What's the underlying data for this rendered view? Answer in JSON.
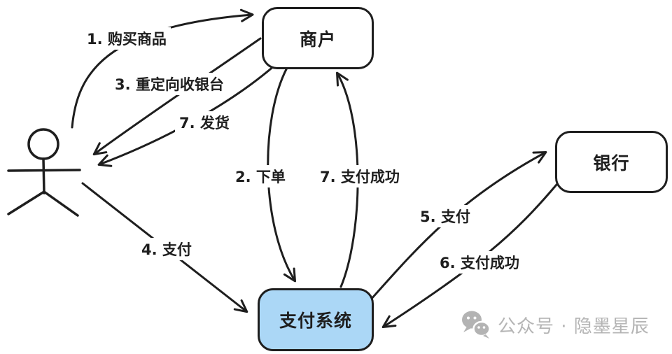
{
  "canvas": {
    "background": "#ffffff",
    "stroke_color": "#1e1e1e",
    "payment_fill": "#abd7f6",
    "watermark_color": "#b5b5b5"
  },
  "nodes": {
    "user": {
      "type": "actor",
      "label": ""
    },
    "merchant": {
      "label": "商户"
    },
    "bank": {
      "label": "银行"
    },
    "payment": {
      "label": "支付系统",
      "fill": "#abd7f6"
    }
  },
  "edges": [
    {
      "label": "1. 购买商品",
      "from": "user",
      "to": "merchant"
    },
    {
      "label": "2. 下单",
      "from": "merchant",
      "to": "payment"
    },
    {
      "label": "3. 重定向收银台",
      "from": "merchant",
      "to": "user"
    },
    {
      "label": "4. 支付",
      "from": "user",
      "to": "payment"
    },
    {
      "label": "5. 支付",
      "from": "payment",
      "to": "bank"
    },
    {
      "label": "6. 支付成功",
      "from": "bank",
      "to": "payment"
    },
    {
      "label": "7. 发货",
      "from": "merchant",
      "to": "user"
    },
    {
      "label": "7. 支付成功",
      "from": "payment",
      "to": "merchant"
    }
  ],
  "watermark": {
    "icon": "wechat-icon",
    "text": "公众号 · 隐墨星辰"
  }
}
